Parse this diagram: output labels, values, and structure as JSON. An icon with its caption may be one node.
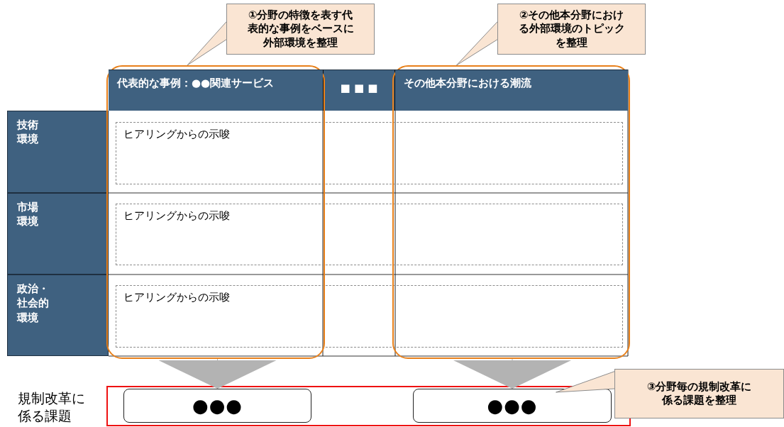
{
  "diagram": {
    "nodes": [
      {
        "text": [
          "①分野の特徴を表す代表的な事例をベースに外部環境を整理"
        ]
      },
      {
        "text": [
          "②その他本分野における外部環境のトピックを整理"
        ]
      },
      {
        "text": [],
        "shape": "box"
      },
      {
        "text": [
          "代表的な事例：●●関連サービス"
        ],
        "in": 2
      },
      {
        "text": [
          "■ ■ ■"
        ]
      },
      {
        "text": [],
        "shape": "box"
      },
      {
        "text": [
          "その他本分野における潮流"
        ],
        "in": 5
      },
      {
        "text": [
          "技術環境"
        ]
      },
      {
        "text": [
          "市場環境"
        ]
      },
      {
        "text": [
          "政治・社会的環境"
        ]
      },
      {
        "text": [
          "ヒアリングからの示唆"
        ]
      },
      {
        "text": [
          "ヒアリングからの示唆"
        ]
      },
      {
        "text": [
          "ヒアリングからの示唆"
        ]
      },
      {
        "text": [],
        "shape": "box"
      },
      {
        "text": [
          "●●●"
        ],
        "in": 13
      },
      {
        "text": [
          "●●●"
        ],
        "in": 13
      },
      {
        "text": [
          "③分野毎の規制改革に係る課題を整理"
        ]
      }
    ],
    "edges": [
      {
        "from": 0,
        "to": 2,
        "arrow": "none"
      },
      {
        "from": 1,
        "to": 5,
        "arrow": "none"
      },
      {
        "from": 2,
        "to": 14,
        "arrow": "to"
      },
      {
        "from": 5,
        "to": 15,
        "arrow": "to"
      },
      {
        "from": 16,
        "to": 15,
        "arrow": "none"
      }
    ],
    "labels": [
      "規制改革に係る課題"
    ]
  }
}
